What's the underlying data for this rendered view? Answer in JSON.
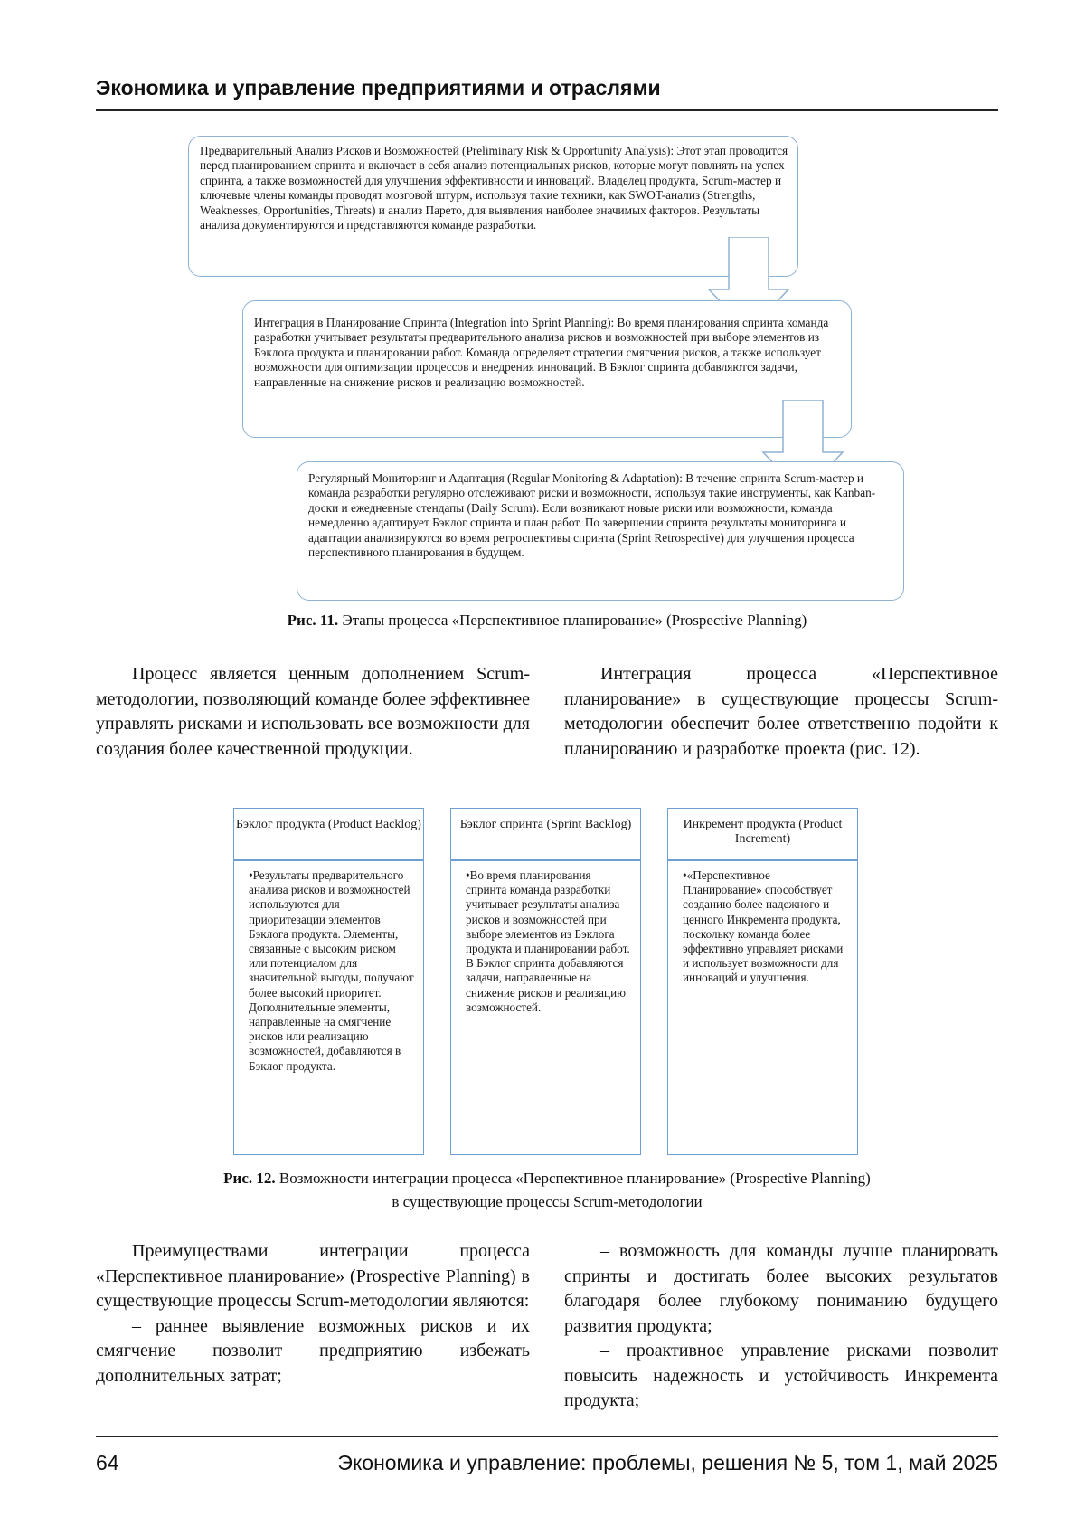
{
  "header": {
    "title": "Экономика и управление предприятиями и отраслями"
  },
  "figure11": {
    "box1": "Предварительный Анализ Рисков и Возможностей (Preliminary Risk & Opportunity Analysis): Этот этап проводится перед планированием спринта и включает в себя анализ потенциальных рисков, которые могут повлиять на успех спринта, а также возможностей для улучшения эффективности и инноваций. Владелец продукта, Scrum-мастер и ключевые члены команды проводят мозговой штурм, используя такие техники, как SWOT-анализ (Strengths, Weaknesses, Opportunities, Threats) и анализ Парето, для выявления наиболее значимых факторов. Результаты анализа документируются и представляются команде разработки.",
    "box2": "Интеграция в Планирование Спринта (Integration into Sprint Planning): Во время планирования спринта команда разработки учитывает результаты предварительного анализа рисков и возможностей при выборе элементов из Бэклога продукта и планировании работ. Команда определяет стратегии смягчения рисков, а также использует возможности для оптимизации процессов и внедрения инноваций. В Бэклог спринта добавляются задачи, направленные на снижение рисков и реализацию возможностей.",
    "box3": "Регулярный Мониторинг и Адаптация (Regular Monitoring & Adaptation): В течение спринта Scrum-мастер и команда разработки регулярно отслеживают риски и возможности, используя такие инструменты, как Kanban-доски и ежедневные стендапы (Daily Scrum). Если возникают новые риски или возможности, команда немедленно адаптирует Бэклог спринта и план работ. По завершении спринта результаты мониторинга и адаптации анализируются во время ретроспективы спринта (Sprint Retrospective) для улучшения процесса перспективного планирования в будущем.",
    "caption_label": "Рис. 11.",
    "caption_text": " Этапы процесса «Перспективное планирование» (Prospective Planning)"
  },
  "para_left_1": "Процесс является ценным дополнением Scrum-методологии, позволяющий команде более эффективнее управлять рисками и использовать все возможности для создания более качественной продукции.",
  "para_right_1": "Интеграция процесса «Перспективное планирование» в существующие процессы Scrum-методологии обеспечит более ответственно подойти к планированию и разработке проекта (рис. 12).",
  "figure12": {
    "columns": [
      {
        "header": "Бэклог продукта (Product Backlog)",
        "body": "•Результаты предварительного анализа рисков и возможностей используются для приоритезации элементов Бэклога продукта. Элементы, связанные с высоким риском или потенциалом для значительной выгоды, получают более высокий приоритет. Дополнительные элементы, направленные на смягчение рисков или реализацию возможностей, добавляются в Бэклог продукта."
      },
      {
        "header": "Бэклог спринта (Sprint Backlog)",
        "body": "•Во время планирования спринта команда разработки учитывает результаты анализа рисков и возможностей при выборе элементов из Бэклога продукта и планировании работ. В Бэклог спринта добавляются задачи, направленные на снижение рисков и реализацию возможностей."
      },
      {
        "header": "Инкремент продукта (Product Increment)",
        "body": "•«Перспективное Планирование» способствует созданию более надежного и ценного Инкремента продукта, поскольку команда более эффективно управляет рисками и использует возможности для инноваций и улучшения."
      }
    ],
    "caption_label": "Рис. 12.",
    "caption_text": " Возможности интеграции процесса «Перспективное планирование» (Prospective Planning)",
    "caption_line2": "в существующие процессы Scrum-методологии"
  },
  "para_left_2": "Преимуществами интеграции процесса «Перспективное планирование» (Prospective Planning) в существующие процессы Scrum-методологии являются:",
  "para_left_3": "– раннее выявление возможных рисков и их смягчение позволит предприятию избежать дополнительных затрат;",
  "para_right_2": "– возможность для команды лучше планировать спринты и достигать более высоких результатов благодаря более глубокому пониманию будущего развития продукта;",
  "para_right_3": "– проактивное управление рисками позволит повысить надежность и устойчивость Инкремента продукта;",
  "footer": {
    "page_number": "64",
    "journal": "Экономика и управление: проблемы, решения № 5, том 1, май 2025"
  },
  "colors": {
    "box_border": "#8fb2d3",
    "arrow_stroke": "#8fb2d3"
  }
}
